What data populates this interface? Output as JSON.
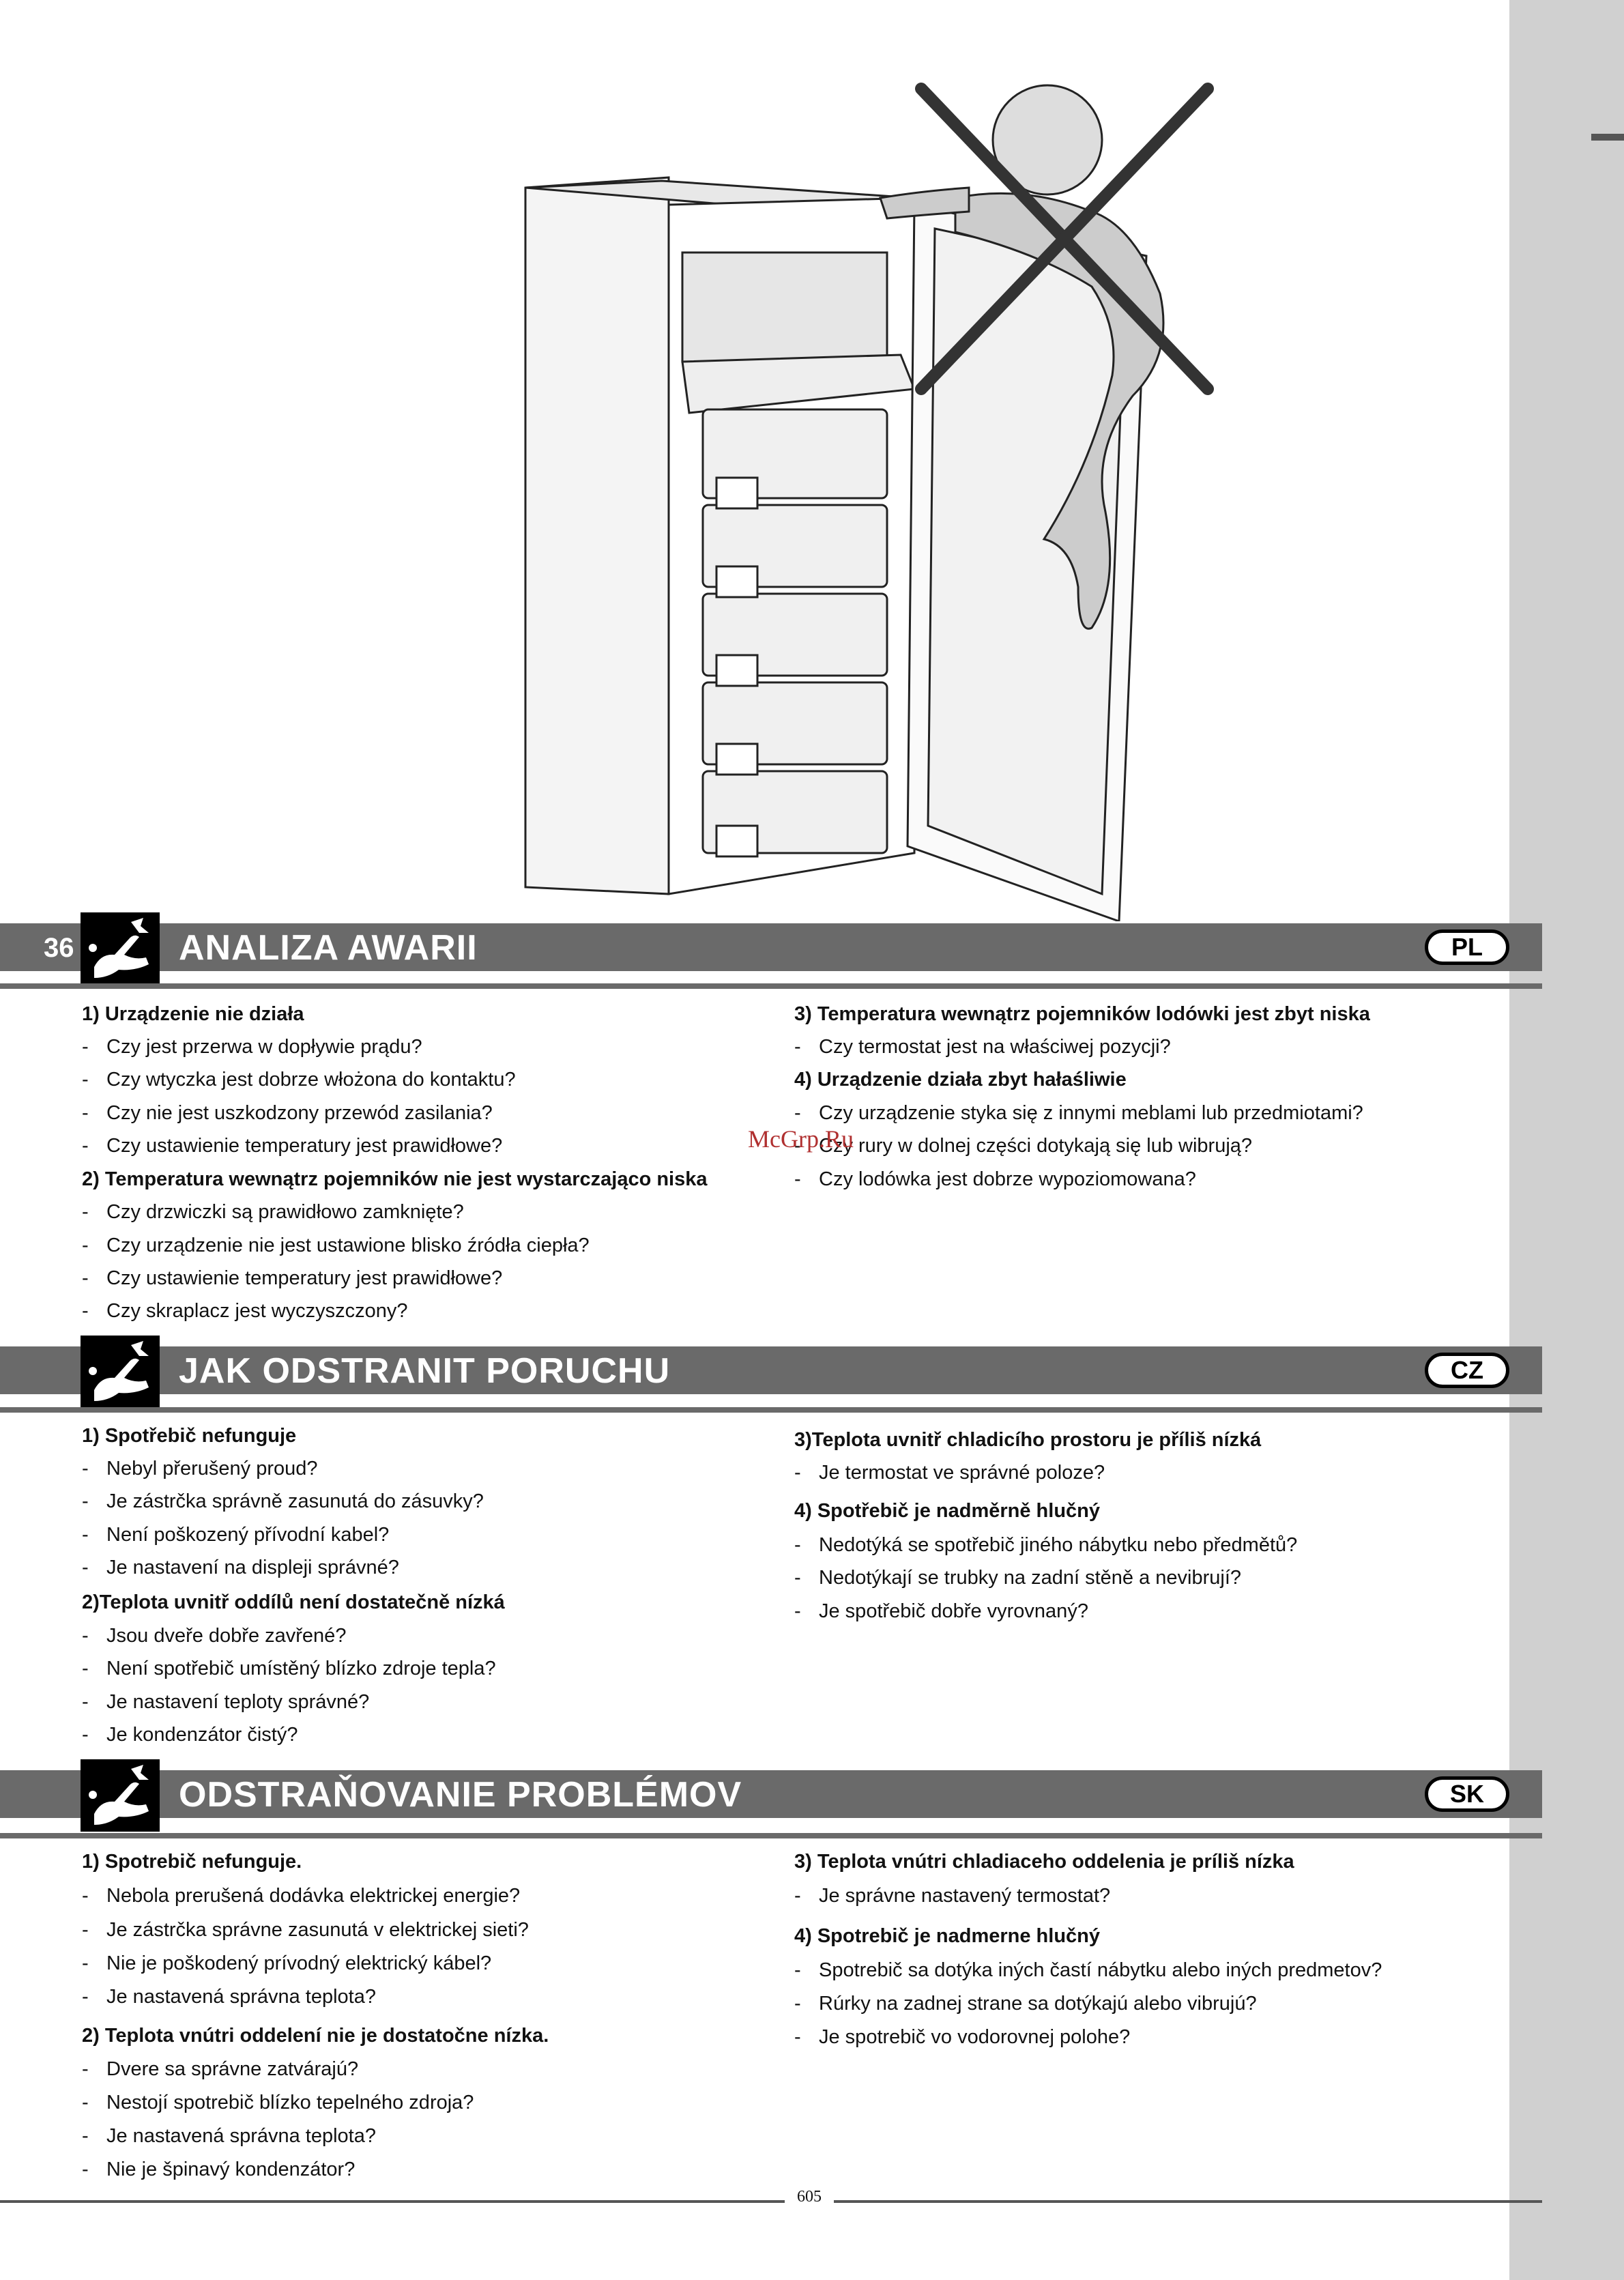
{
  "page_number": "36",
  "footer_number": "605",
  "watermark": "McGrp.Ru",
  "sections": [
    {
      "title": "ANALIZA AWARII",
      "lang": "PL",
      "left": [
        {
          "heading": "1) Urządzenie nie działa",
          "items": [
            "Czy jest przerwa w dopływie prądu?",
            "Czy wtyczka jest dobrze włożona do kontaktu?",
            "Czy nie jest uszkodzony przewód zasilania?",
            "Czy ustawienie temperatury jest prawidłowe?"
          ]
        },
        {
          "heading": "2) Temperatura wewnątrz pojemników nie jest wystarczająco niska",
          "items": [
            "Czy drzwiczki są prawidłowo zamknięte?",
            "Czy urządzenie nie jest ustawione blisko źródła ciepła?",
            "Czy ustawienie temperatury jest prawidłowe?",
            "Czy skraplacz jest wyczyszczony?"
          ]
        }
      ],
      "right": [
        {
          "heading": "3) Temperatura wewnątrz pojemników lodówki jest zbyt niska",
          "items": [
            "Czy termostat jest na właściwej pozycji?"
          ]
        },
        {
          "heading": "4) Urządzenie działa zbyt hałaśliwie",
          "items": [
            "Czy urządzenie styka się z innymi meblami lub przedmiotami?",
            "Czy rury w dolnej części dotykają się lub wibrują?",
            "Czy lodówka jest dobrze wypoziomowana?"
          ]
        }
      ]
    },
    {
      "title": "JAK ODSTRANIT PORUCHU",
      "lang": "CZ",
      "left": [
        {
          "heading": "1) Spotřebič nefunguje",
          "items": [
            "Nebyl přerušený proud?",
            "Je zástrčka správně zasunutá do zásuvky?",
            "Není poškozený přívodní kabel?",
            "Je nastavení na displeji správné?"
          ]
        },
        {
          "heading": "2)Teplota uvnitř oddílů není dostatečně nízká",
          "items": [
            "Jsou dveře dobře zavřené?",
            "Není spotřebič umístěný blízko zdroje tepla?",
            "Je nastavení teploty správné?",
            "Je kondenzátor čistý?"
          ]
        }
      ],
      "right": [
        {
          "heading": "3)Teplota uvnitř chladicího prostoru je příliš nízká",
          "items": [
            "Je termostat ve správné poloze?"
          ]
        },
        {
          "heading": "4) Spotřebič je nadměrně hlučný",
          "items": [
            "Nedotýká se spotřebič jiného nábytku nebo předmětů?",
            "Nedotýkají se trubky na zadní stěně a nevibrují?",
            "Je spotřebič dobře vyrovnaný?"
          ]
        }
      ]
    },
    {
      "title": "ODSTRAŇOVANIE PROBLÉMOV",
      "lang": "SK",
      "left": [
        {
          "heading": "1) Spotrebič nefunguje.",
          "items": [
            "Nebola prerušená dodávka elektrickej energie?",
            "Je zástrčka správne zasunutá v elektrickej sieti?",
            "Nie je poškodený prívodný elektrický kábel?",
            "Je nastavená správna teplota?"
          ]
        },
        {
          "heading": "2) Teplota vnútri oddelení nie je dostatočne nízka.",
          "items": [
            "Dvere sa správne zatvárajú?",
            "Nestojí spotrebič blízko tepelného zdroja?",
            "Je nastavená správna teplota?",
            "Nie je špinavý kondenzátor?"
          ]
        }
      ],
      "right": [
        {
          "heading": "3) Teplota vnútri chladiaceho oddelenia je príliš nízka",
          "items": [
            "Je správne nastavený termostat?"
          ]
        },
        {
          "heading": "4) Spotrebič je nadmerne hlučný",
          "items": [
            "Spotrebič sa dotýka iných častí nábytku alebo iných predmetov?",
            "Rúrky na zadnej strane sa dotýkajú alebo vibrujú?",
            "Je spotrebič vo vodorovnej polohe?"
          ]
        }
      ]
    }
  ]
}
